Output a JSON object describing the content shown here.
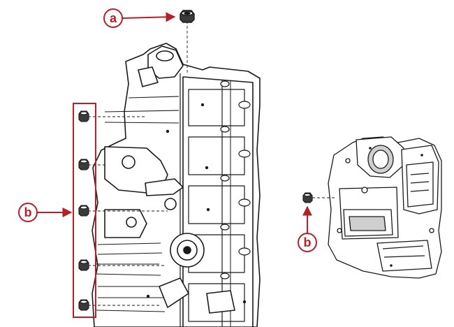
{
  "callouts": {
    "a": "a",
    "b_left": "b",
    "b_right": "b"
  },
  "colors": {
    "callout": "#b3202a",
    "line_art": "#1a1a1a",
    "shade": "#cfcfcf"
  }
}
